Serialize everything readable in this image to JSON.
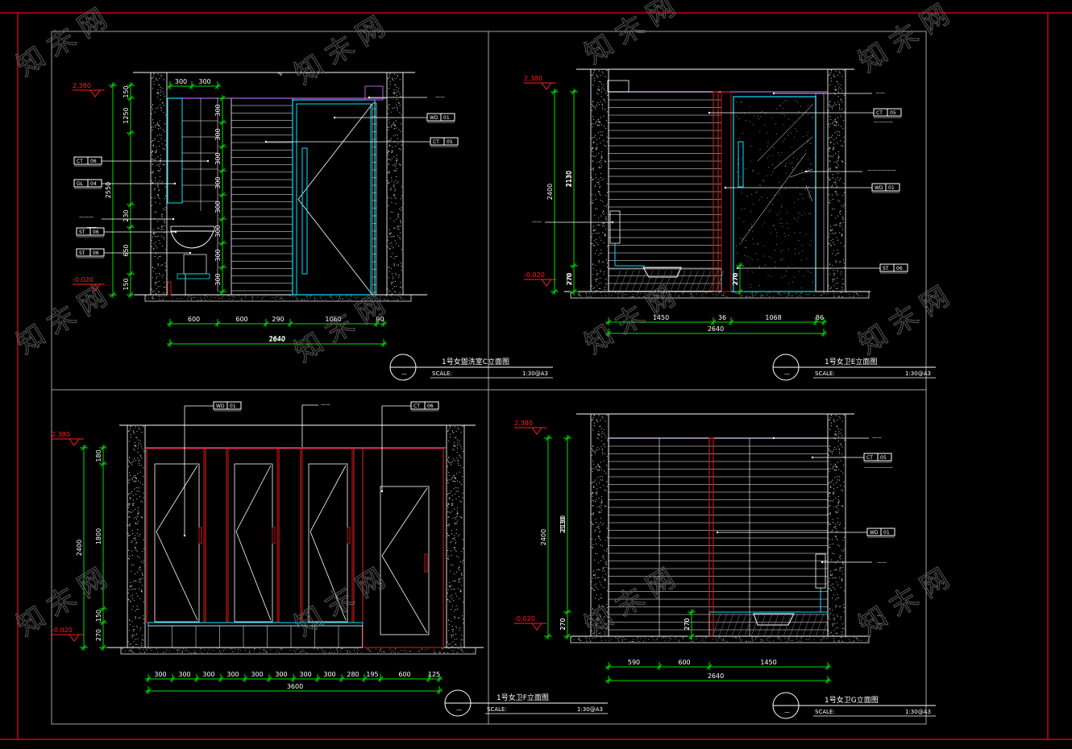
{
  "drawing": {
    "colors": {
      "background": "#000000",
      "frame": "#c8001e",
      "sheet_border": "#9ea4a4",
      "dimension": "#00e000",
      "level_marker": "#ff2020",
      "cyan": "#00e4ff",
      "red_line": "#c81818",
      "magenta": "#b060e0",
      "white": "#ffffff",
      "hatch": "#8a8a8a",
      "watermark": "#666666"
    },
    "watermark_text": "知 末 网"
  },
  "views": [
    {
      "id": "view-c",
      "title": "1号女盥洗室C立面图",
      "scale_label": "SCALE:",
      "scale_value": "1:30@A3",
      "levels": [
        "2.380",
        "-0.020"
      ],
      "top_dims": [
        "300",
        "300"
      ],
      "vertical_dims": [
        "150",
        "1250",
        "2550",
        "230",
        "650",
        "150"
      ],
      "tile_dims": [
        "300",
        "300",
        "300",
        "300",
        "300",
        "300",
        "300",
        "300"
      ],
      "bottom_dims": [
        "600",
        "600",
        "290",
        "1060",
        "90"
      ],
      "total_dim": "2640",
      "tags": [
        {
          "code": "WD",
          "num": "01"
        },
        {
          "code": "CT",
          "num": "05"
        },
        {
          "code": "CT",
          "num": "06"
        },
        {
          "code": "GL",
          "num": "04"
        },
        {
          "code": "ST",
          "num": "06"
        },
        {
          "code": "ST",
          "num": "06"
        }
      ]
    },
    {
      "id": "view-e",
      "title": "1号女卫E立面图",
      "scale_label": "SCALE:",
      "scale_value": "1:30@A3",
      "levels": [
        "2.380",
        "-0.020"
      ],
      "vertical_dims": [
        "2400",
        "2130",
        "270",
        "270"
      ],
      "bottom_dims": [
        "1450",
        "36",
        "1068",
        "86"
      ],
      "total_dim": "2640",
      "tags": [
        {
          "code": "CT",
          "num": "05"
        },
        {
          "code": "WD",
          "num": "01"
        },
        {
          "code": "ST",
          "num": "06"
        }
      ]
    },
    {
      "id": "view-f",
      "title": "1号女卫F立面图",
      "scale_label": "SCALE:",
      "scale_value": "1:30@A3",
      "levels": [
        "2.380",
        "-0.020"
      ],
      "vertical_dims": [
        "2400",
        "180",
        "1800",
        "150",
        "270"
      ],
      "bottom_dims": [
        "300",
        "300",
        "300",
        "300",
        "300",
        "300",
        "300",
        "300",
        "280",
        "195",
        "600",
        "125"
      ],
      "total_dim": "3600",
      "tags": [
        {
          "code": "WD",
          "num": "01"
        },
        {
          "code": "CT",
          "num": "06"
        }
      ]
    },
    {
      "id": "view-g",
      "title": "1号女卫G立面图",
      "scale_label": "SCALE:",
      "scale_value": "1:30@A3",
      "levels": [
        "2.380",
        "-0.020"
      ],
      "vertical_dims": [
        "2400",
        "2130",
        "270",
        "270"
      ],
      "bottom_dims": [
        "590",
        "600",
        "1450"
      ],
      "total_dim": "2640",
      "tags": [
        {
          "code": "CT",
          "num": "05"
        },
        {
          "code": "WD",
          "num": "01"
        }
      ]
    }
  ]
}
